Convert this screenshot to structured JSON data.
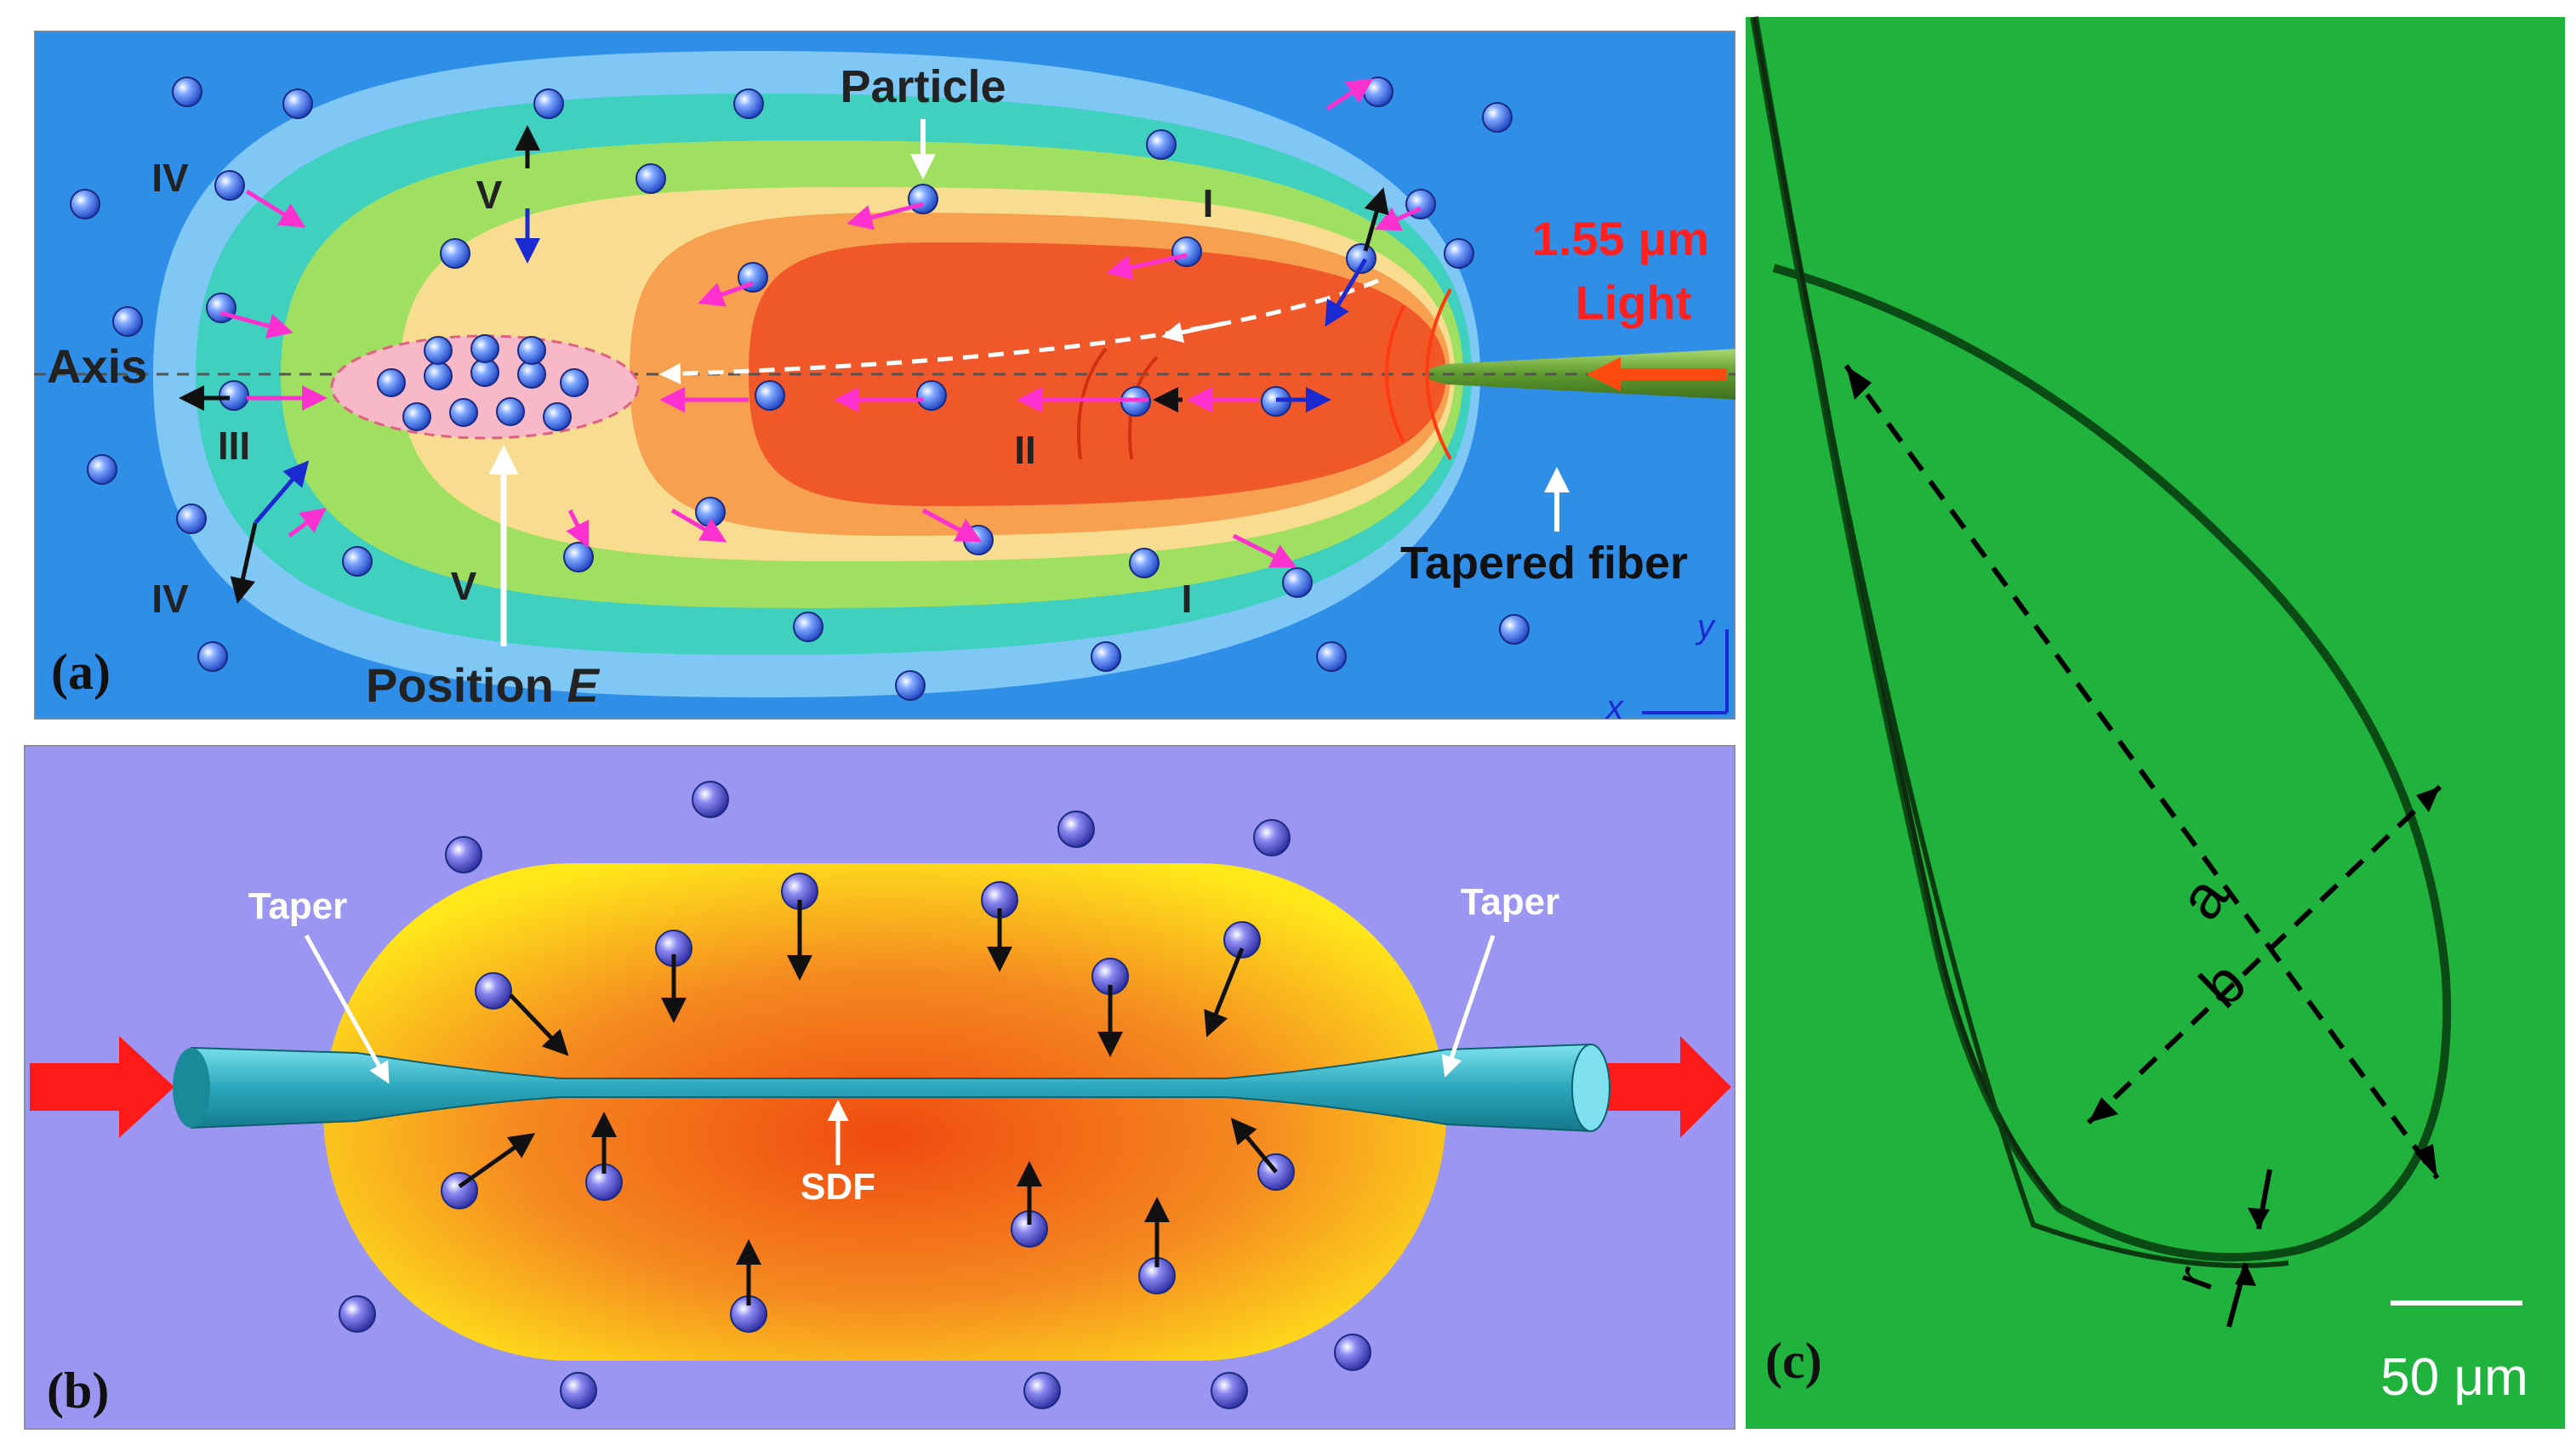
{
  "panel_a": {
    "letter": "(a)",
    "particle": "Particle",
    "wavelength": "1.55 μm",
    "light": "Light",
    "axis": "Axis",
    "tapered_fiber": "Tapered fiber",
    "position_label": "Position",
    "position_var": "E",
    "region_I": "I",
    "region_II": "II",
    "region_III": "III",
    "region_IV": "IV",
    "region_V": "V",
    "axis_x": "x",
    "axis_y": "y"
  },
  "panel_b": {
    "letter": "(b)",
    "taper_left": "Taper",
    "taper_right": "Taper",
    "sdf": "SDF"
  },
  "panel_c": {
    "letter": "(c)",
    "label_a": "a",
    "label_b": "b",
    "label_r": "r",
    "scale": "50 μm"
  },
  "colors": {
    "panel_a_bg": "#2f8fe8",
    "panel_b_bg": "#9a96f2",
    "panel_c_bg": "#1fb33e",
    "hot": "#f0582a",
    "fiber_green": "#6fae3a",
    "taper_cyan": "#2fb4c4",
    "particle": "#4060e0",
    "magenta_arrow": "#ff30d0",
    "red_arrow": "#ff2020"
  }
}
